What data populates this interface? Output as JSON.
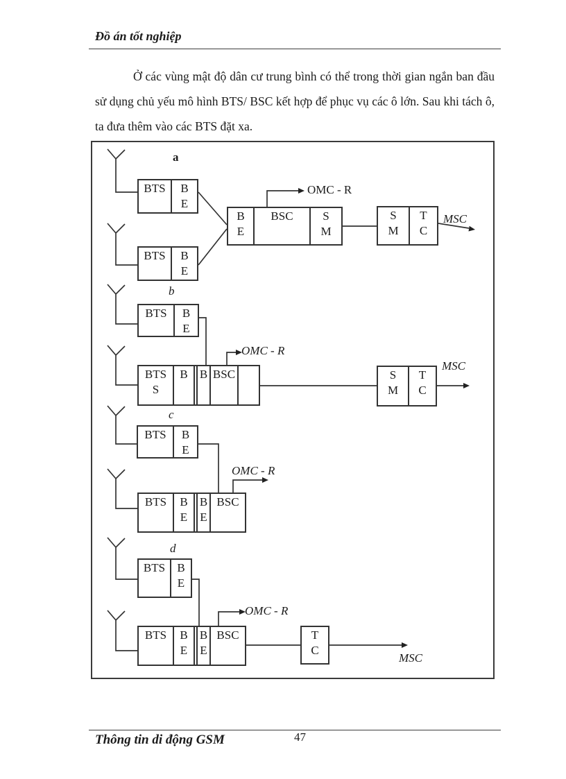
{
  "document": {
    "header": {
      "title": "Đồ án tốt nghiệp"
    },
    "paragraph": "Ở các vùng mật độ dân cư trung bình có thể trong thời gian ngắn ban đầu sử dụng chủ yếu mô hình BTS/ BSC kết hợp để phục vụ các ô lớn. Sau khi tách ô, ta đưa thêm vào các BTS đặt xa.",
    "footer": {
      "title": "Thông tin di động GSM",
      "page_number": "47"
    }
  },
  "diagram": {
    "section_a": {
      "label": "a",
      "bts1": {
        "bts": "BTS",
        "be": "B\nE"
      },
      "bts2": {
        "bts": "BTS",
        "be": "B\nE"
      },
      "bsc_box": {
        "be": "B\nE",
        "bsc": "BSC",
        "sm": "S\nM"
      },
      "omc_label": "OMC - R",
      "sm_tc_box": {
        "sm": "S\nM",
        "tc": "T\nC"
      },
      "msc_label": "MSC"
    },
    "section_b": {
      "label": "b",
      "bts1": {
        "bts": "BTS",
        "be": "B\nE"
      },
      "bsc_box": {
        "btss": "BTS\nS",
        "b1": "B",
        "b2": "B",
        "bsc": "BSC",
        "spare": ""
      },
      "omc_label": "OMC - R",
      "sm_tc_box": {
        "sm": "S\nM",
        "tc": "T\nC"
      },
      "msc_label": "MSC"
    },
    "section_c": {
      "label": "c",
      "bts1": {
        "bts": "BTS",
        "be": "B\nE"
      },
      "bsc_box": {
        "bts": "BTS",
        "be1": "B\nE",
        "be2": "B\nE",
        "bsc": "BSC"
      },
      "omc_label": "OMC - R"
    },
    "section_d": {
      "label": "d",
      "bts1": {
        "bts": "BTS",
        "be": "B\nE"
      },
      "bsc_box": {
        "bts": "BTS",
        "be1": "B\nE",
        "be2": "B\nE",
        "bsc": "BSC"
      },
      "omc_label": "OMC - R",
      "tc_box": {
        "tc": "T\nC"
      },
      "msc_label": "MSC"
    }
  }
}
